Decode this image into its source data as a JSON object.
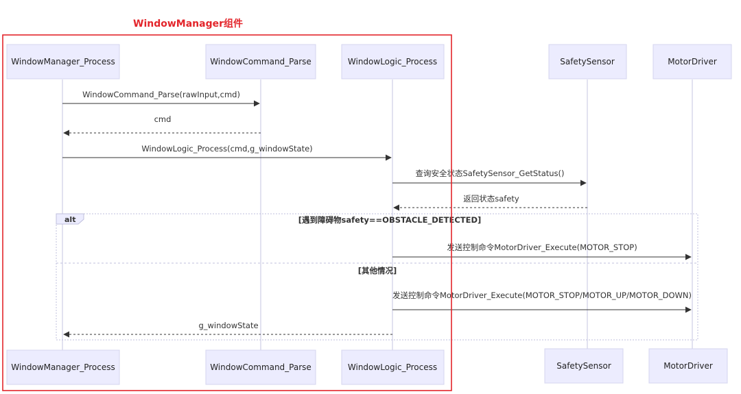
{
  "group": {
    "title": "WindowManager组件",
    "color": "#e3252b"
  },
  "participants": [
    {
      "id": "wm",
      "label": "WindowManager_Process"
    },
    {
      "id": "wcp",
      "label": "WindowCommand_Parse"
    },
    {
      "id": "wlp",
      "label": "WindowLogic_Process"
    },
    {
      "id": "ss",
      "label": "SafetySensor"
    },
    {
      "id": "md",
      "label": "MotorDriver"
    }
  ],
  "messages": [
    {
      "from": "wm",
      "to": "wcp",
      "label": "WindowCommand_Parse(rawInput,cmd)",
      "style": "solid"
    },
    {
      "from": "wcp",
      "to": "wm",
      "label": "cmd",
      "style": "dashed"
    },
    {
      "from": "wm",
      "to": "wlp",
      "label": "WindowLogic_Process(cmd,g_windowState)",
      "style": "solid"
    },
    {
      "from": "wlp",
      "to": "ss",
      "label": "查询安全状态SafetySensor_GetStatus()",
      "style": "solid"
    },
    {
      "from": "ss",
      "to": "wlp",
      "label": "返回状态safety",
      "style": "dashed"
    },
    {
      "from": "wlp",
      "to": "md",
      "label": "发送控制命令MotorDriver_Execute(MOTOR_STOP)",
      "style": "solid"
    },
    {
      "from": "wlp",
      "to": "md",
      "label": "发送控制命令MotorDriver_Execute(MOTOR_STOP/MOTOR_UP/MOTOR_DOWN)",
      "style": "solid"
    },
    {
      "from": "wlp",
      "to": "wm",
      "label": "g_windowState",
      "style": "dashed"
    }
  ],
  "fragment": {
    "keyword": "alt",
    "condition": "[遇到障碍物safety==OBSTACLE_DETECTED]",
    "else_condition": "[其他情况]"
  },
  "colors": {
    "participant_fill": "#ececfe",
    "participant_border": "#d4d4ef",
    "lifeline": "#cfcfe6",
    "message": "#333333"
  }
}
